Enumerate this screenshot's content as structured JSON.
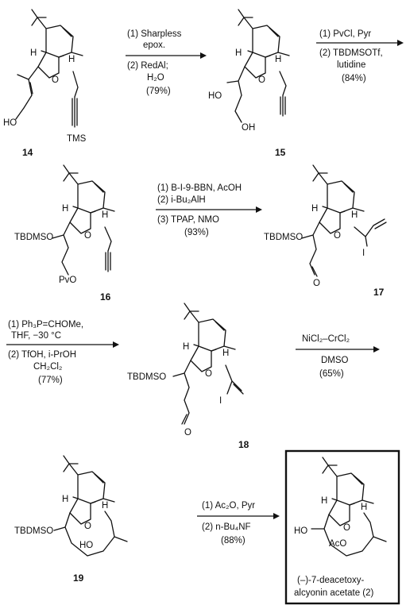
{
  "compounds": [
    {
      "id": "14",
      "label": "14",
      "atoms": [
        "H",
        "H",
        "O",
        "HO",
        "TMS"
      ]
    },
    {
      "id": "15",
      "label": "15",
      "atoms": [
        "H",
        "H",
        "O",
        "HO",
        "OH"
      ]
    },
    {
      "id": "16",
      "label": "16",
      "atoms": [
        "H",
        "H",
        "O",
        "TBDMSO",
        "PvO"
      ]
    },
    {
      "id": "17",
      "label": "17",
      "atoms": [
        "H",
        "H",
        "O",
        "TBDMSO",
        "O",
        "I"
      ]
    },
    {
      "id": "18",
      "label": "18",
      "atoms": [
        "H",
        "H",
        "O",
        "TBDMSO",
        "I",
        "O"
      ]
    },
    {
      "id": "19",
      "label": "19",
      "atoms": [
        "H",
        "H",
        "O",
        "TBDMSO",
        "HO"
      ]
    },
    {
      "id": "2",
      "atoms": [
        "H",
        "H",
        "O",
        "HO",
        "AcO"
      ]
    }
  ],
  "product_name": [
    "(–)-7-deacetoxy-",
    "alcyonin acetate (2)"
  ],
  "steps": [
    {
      "id": "step1",
      "lines": [
        "(1) Sharpless",
        "epox.",
        "(2) RedAl;",
        "H₂O",
        "(79%)"
      ]
    },
    {
      "id": "step2",
      "lines": [
        "(1) PvCl, Pyr",
        "(2) TBDMSOTf,",
        "lutidine",
        "(84%)"
      ]
    },
    {
      "id": "step3",
      "lines": [
        "(1) B-I-9-BBN, AcOH",
        "(2) i-Bu₂AlH",
        "(3) TPAP, NMO",
        "(93%)"
      ]
    },
    {
      "id": "step4",
      "lines": [
        "(1) Ph₃P=CHOMe,",
        "THF, −30 °C",
        "(2) TfOH, i-PrOH",
        "CH₂Cl₂",
        "(77%)"
      ]
    },
    {
      "id": "step5",
      "lines": [
        "NiCl₂–CrCl₂",
        "DMSO",
        "(65%)"
      ]
    },
    {
      "id": "step6",
      "lines": [
        "(1) Ac₂O, Pyr",
        "(2) n-Bu₄NF",
        "(88%)"
      ]
    }
  ]
}
